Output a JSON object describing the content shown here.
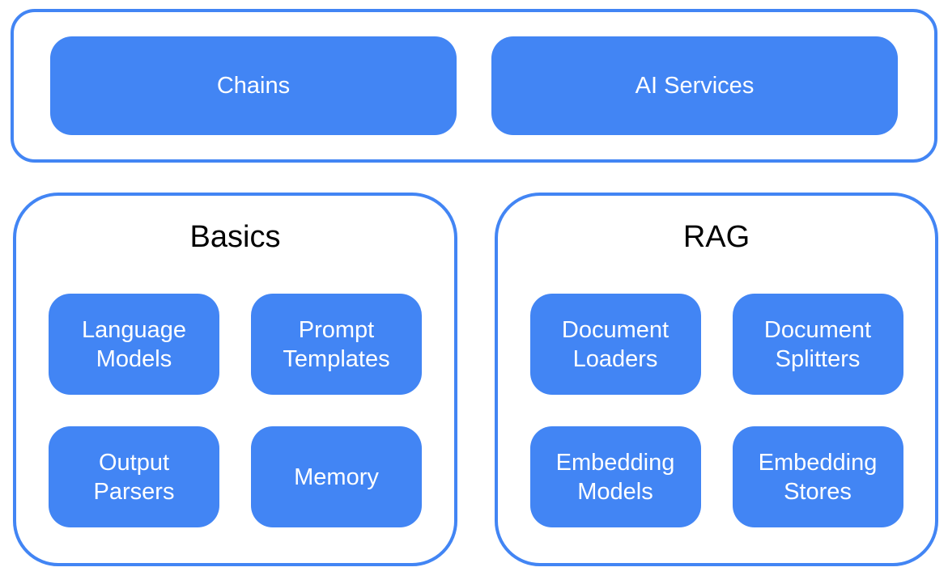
{
  "colors": {
    "accent": "#4285F4",
    "box_text": "#FFFFFF",
    "title_text": "#000000",
    "background": "#FFFFFF"
  },
  "diagram": {
    "top_group": {
      "boxes": [
        {
          "label": "Chains"
        },
        {
          "label": "AI Services"
        }
      ]
    },
    "groups": [
      {
        "title": "Basics",
        "boxes": [
          {
            "label": "Language Models"
          },
          {
            "label": "Prompt Templates"
          },
          {
            "label": "Output Parsers"
          },
          {
            "label": "Memory"
          }
        ]
      },
      {
        "title": "RAG",
        "boxes": [
          {
            "label": "Document Loaders"
          },
          {
            "label": "Document Splitters"
          },
          {
            "label": "Embedding Models"
          },
          {
            "label": "Embedding Stores"
          }
        ]
      }
    ]
  }
}
